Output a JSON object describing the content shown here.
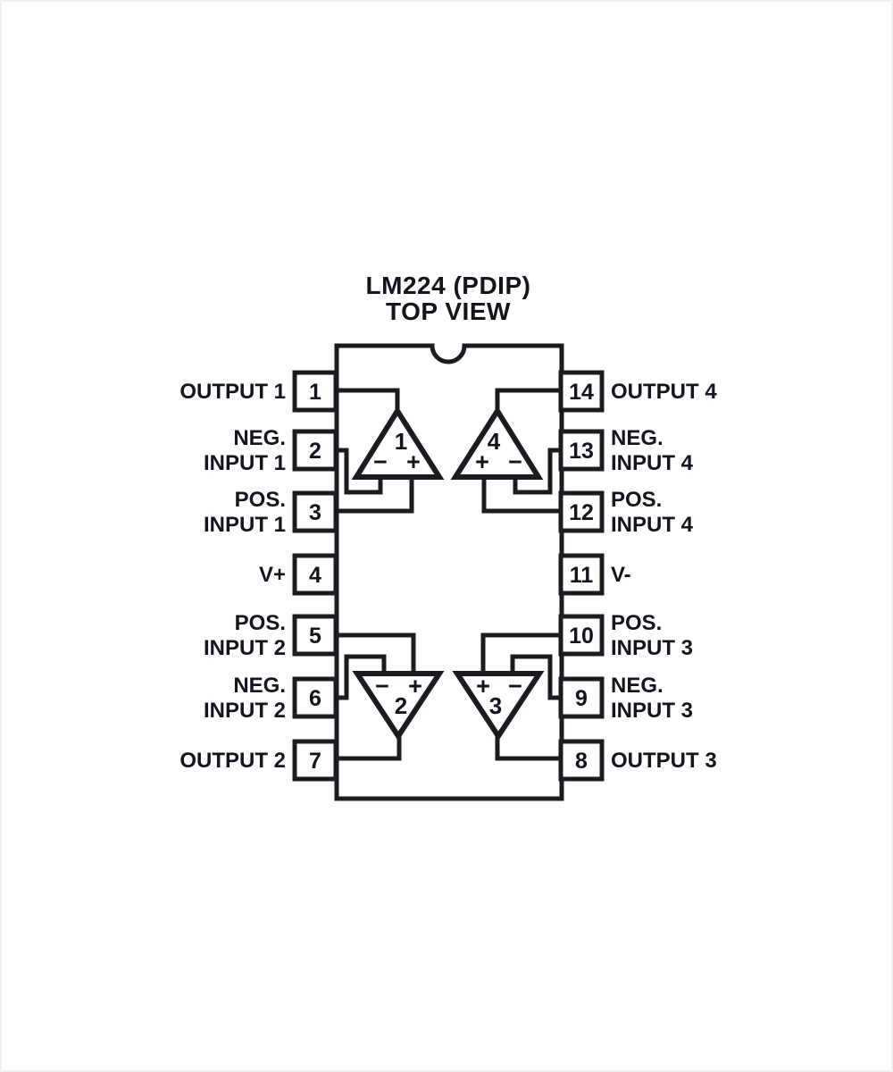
{
  "title": {
    "line1": "LM224 (PDIP)",
    "line2": "TOP VIEW"
  },
  "pins": {
    "left": [
      {
        "number": "1",
        "label_lines": [
          "OUTPUT 1"
        ]
      },
      {
        "number": "2",
        "label_lines": [
          "NEG.",
          "INPUT 1"
        ]
      },
      {
        "number": "3",
        "label_lines": [
          "POS.",
          "INPUT 1"
        ]
      },
      {
        "number": "4",
        "label_lines": [
          "V+"
        ]
      },
      {
        "number": "5",
        "label_lines": [
          "POS.",
          "INPUT 2"
        ]
      },
      {
        "number": "6",
        "label_lines": [
          "NEG.",
          "INPUT 2"
        ]
      },
      {
        "number": "7",
        "label_lines": [
          "OUTPUT 2"
        ]
      }
    ],
    "right": [
      {
        "number": "14",
        "label_lines": [
          "OUTPUT 4"
        ]
      },
      {
        "number": "13",
        "label_lines": [
          "NEG.",
          "INPUT 4"
        ]
      },
      {
        "number": "12",
        "label_lines": [
          "POS.",
          "INPUT 4"
        ]
      },
      {
        "number": "11",
        "label_lines": [
          "V-"
        ]
      },
      {
        "number": "10",
        "label_lines": [
          "POS.",
          "INPUT 3"
        ]
      },
      {
        "number": "9",
        "label_lines": [
          "NEG.",
          "INPUT 3"
        ]
      },
      {
        "number": "8",
        "label_lines": [
          "OUTPUT 3"
        ]
      }
    ]
  },
  "amplifiers": [
    {
      "number": "1",
      "left_sign": "−",
      "right_sign": "+"
    },
    {
      "number": "4",
      "left_sign": "+",
      "right_sign": "−"
    },
    {
      "number": "2",
      "left_sign": "−",
      "right_sign": "+"
    },
    {
      "number": "3",
      "left_sign": "+",
      "right_sign": "−"
    }
  ],
  "colors": {
    "ink": "#1b1b22",
    "background": "#ffffff"
  }
}
